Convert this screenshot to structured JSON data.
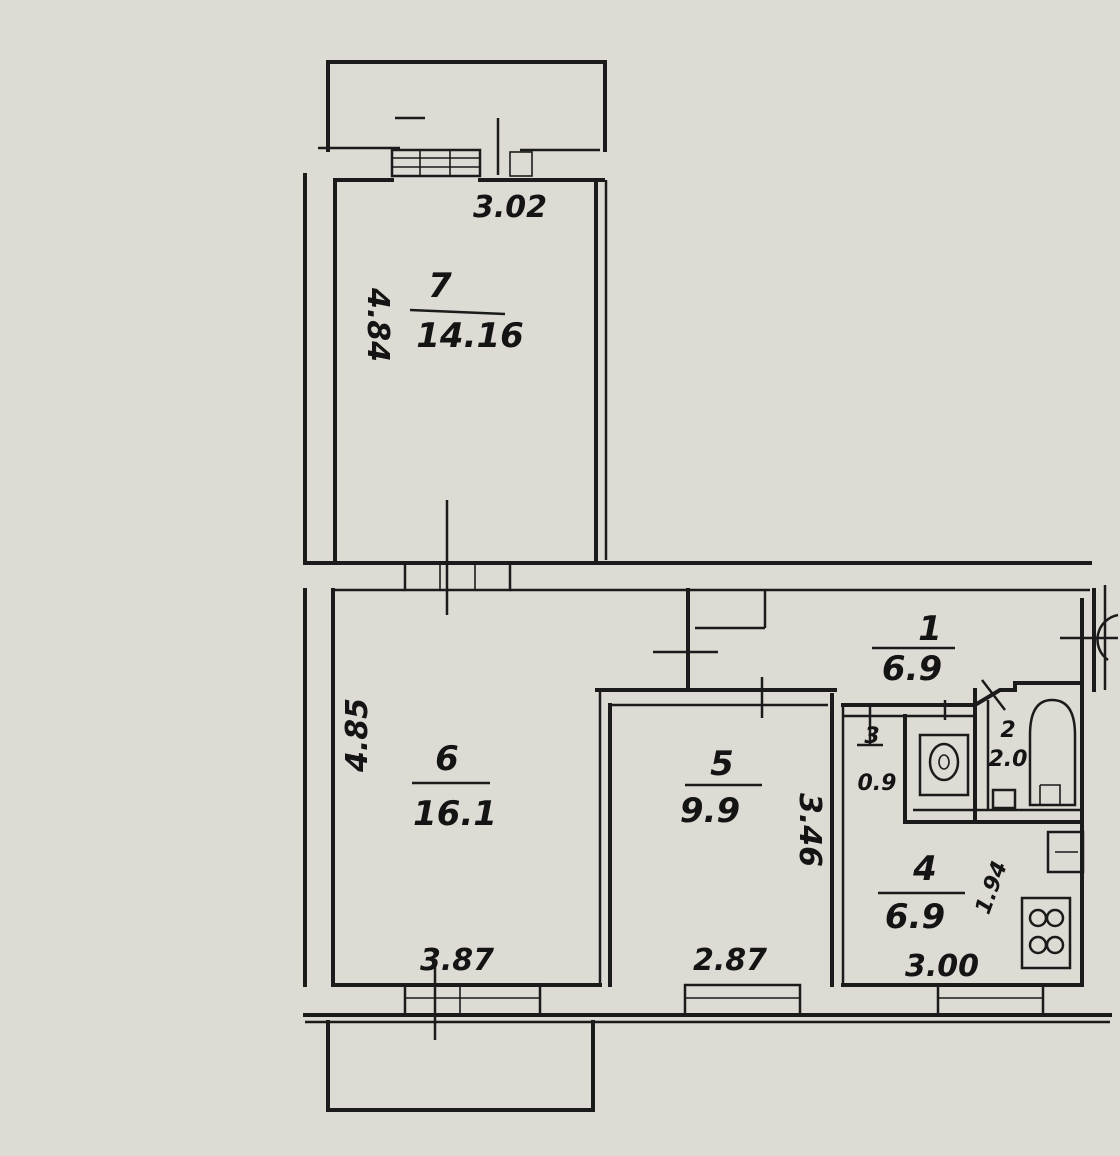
{
  "rooms": [
    {
      "id": "7",
      "number": "7",
      "area": "14.16"
    },
    {
      "id": "6",
      "number": "6",
      "area": "16.1"
    },
    {
      "id": "5",
      "number": "5",
      "area": "9.9"
    },
    {
      "id": "1",
      "number": "1",
      "area": "6.9"
    },
    {
      "id": "3",
      "number": "3",
      "area": "0.9"
    },
    {
      "id": "2",
      "number": "2",
      "area": "2.0"
    },
    {
      "id": "4",
      "number": "4",
      "area": "6.9"
    }
  ],
  "dimensions": {
    "room7_width": "3.02",
    "room7_length": "4.84",
    "room6_length": "4.85",
    "room6_width": "3.87",
    "room5_width": "2.87",
    "room5_length": "3.46",
    "room4_width": "3.00",
    "room4_length": "1.94"
  },
  "colors": {
    "paper": "#dedbd4",
    "ink": "#1b1b1b"
  }
}
